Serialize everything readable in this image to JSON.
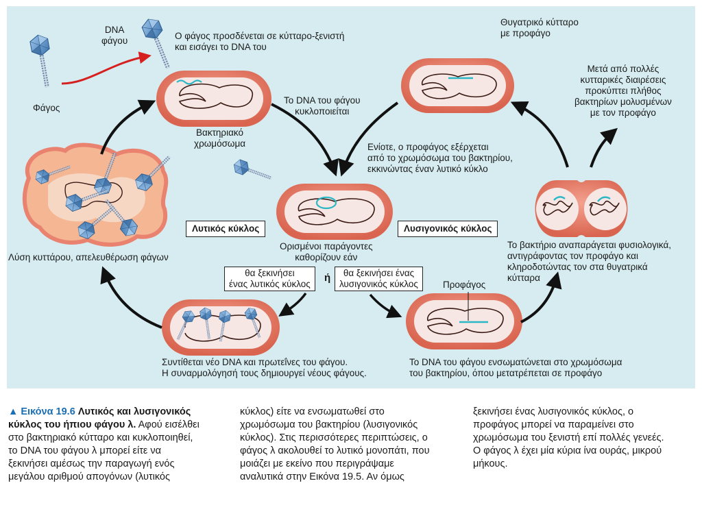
{
  "labels": {
    "dna_phage": "DNA\nφάγου",
    "phage": "Φάγος",
    "attach": "Ο φάγος προσδένεται σε κύτταρο-ξενιστή\nκαι εισάγει το DNA του",
    "circularizes": "Το DNA του φάγου\nκυκλοποιείται",
    "bacterial_chromosome": "Βακτηριακό\nχρωμόσωμα",
    "daughter_cell": "Θυγατρικό κύτταρο\nμε προφάγο",
    "many_divisions": "Μετά από πολλές\nκυτταρικές διαιρέσεις\nπροκύπτει πλήθος\nβακτηρίων μολυσμένων\nμε τον προφάγο",
    "excision": "Ενίοτε, ο προφάγος εξέρχεται\nαπό το χρωμόσωμα του βακτηρίου,\nεκκινώντας έναν λυτικό κύκλο",
    "lytic_cycle": "Λυτικός κύκλος",
    "lysogenic_cycle": "Λυσιγονικός κύκλος",
    "factors": "Ορισμένοι παράγοντες\nκαθορίζουν εάν",
    "lysis": "Λύση κυττάρου, απελευθέρωση φάγων",
    "reproduces": "Το βακτήριο αναπαράγεται φυσιολογικά,\nαντιγράφοντας τον προφάγο και\nκληροδοτώντας τον στα θυγατρικά\nκύτταρα",
    "start_lytic": "θα ξεκινήσει\nένας λυτικός κύκλος",
    "or": "ή",
    "start_lysogenic": "θα ξεκινήσει ένας\nλυσιγονικός κύκλος",
    "prophage": "Προφάγος",
    "synthesis": "Συντίθεται νέο DNA και πρωτεΐνες του φάγου.\nΗ συναρμολόγησή τους δημιουργεί νέους φάγους.",
    "integration": "Το DNA του φάγου ενσωματώνεται στο χρωμόσωμα\nτου βακτηρίου, όπου μετατρέπεται σε προφάγο"
  },
  "caption": {
    "figure_number": "▲ Εικόνα 19.6",
    "title": "Λυτικός και λυσιγονικός\nκύκλος του ήπιου φάγου λ.",
    "col1": " Αφού εισέλθει\nστο βακτηριακό κύτταρο και κυκλοποιηθεί,\nτο DNA του φάγου λ μπορεί είτε να\nξεκινήσει αμέσως την παραγωγή ενός\nμεγάλου αριθμού απογόνων (λυτικός",
    "col2": "κύκλος) είτε να ενσωματωθεί στο\nχρωμόσωμα του βακτηρίου (λυσιγονικός\nκύκλος). Στις περισσότερες περιπτώσεις, ο\nφάγος λ ακολουθεί το λυτικό μονοπάτι, που\nμοιάζει με εκείνο που περιγράψαμε\nαναλυτικά στην Εικόνα 19.5. Αν όμως",
    "col3": "ξεκινήσει ένας λυσιγονικός κύκλος, ο\nπροφάγος μπορεί να παραμείνει στο\nχρωμόσωμα του ξενιστή επί πολλές γενεές.\nΟ φάγος λ έχει μία κύρια ίνα ουράς, μικρού\nμήκους."
  },
  "colors": {
    "panel_bg": "#d6ecf0",
    "cell_wall": "#e9826f",
    "cell_inner": "#f6e7e4",
    "chromosome": "#3a1a14",
    "phage_dna": "#2bb7c4",
    "phage_head": "#5e95c9",
    "red_arrow": "#d62020",
    "figure_label": "#1a6fb4"
  }
}
